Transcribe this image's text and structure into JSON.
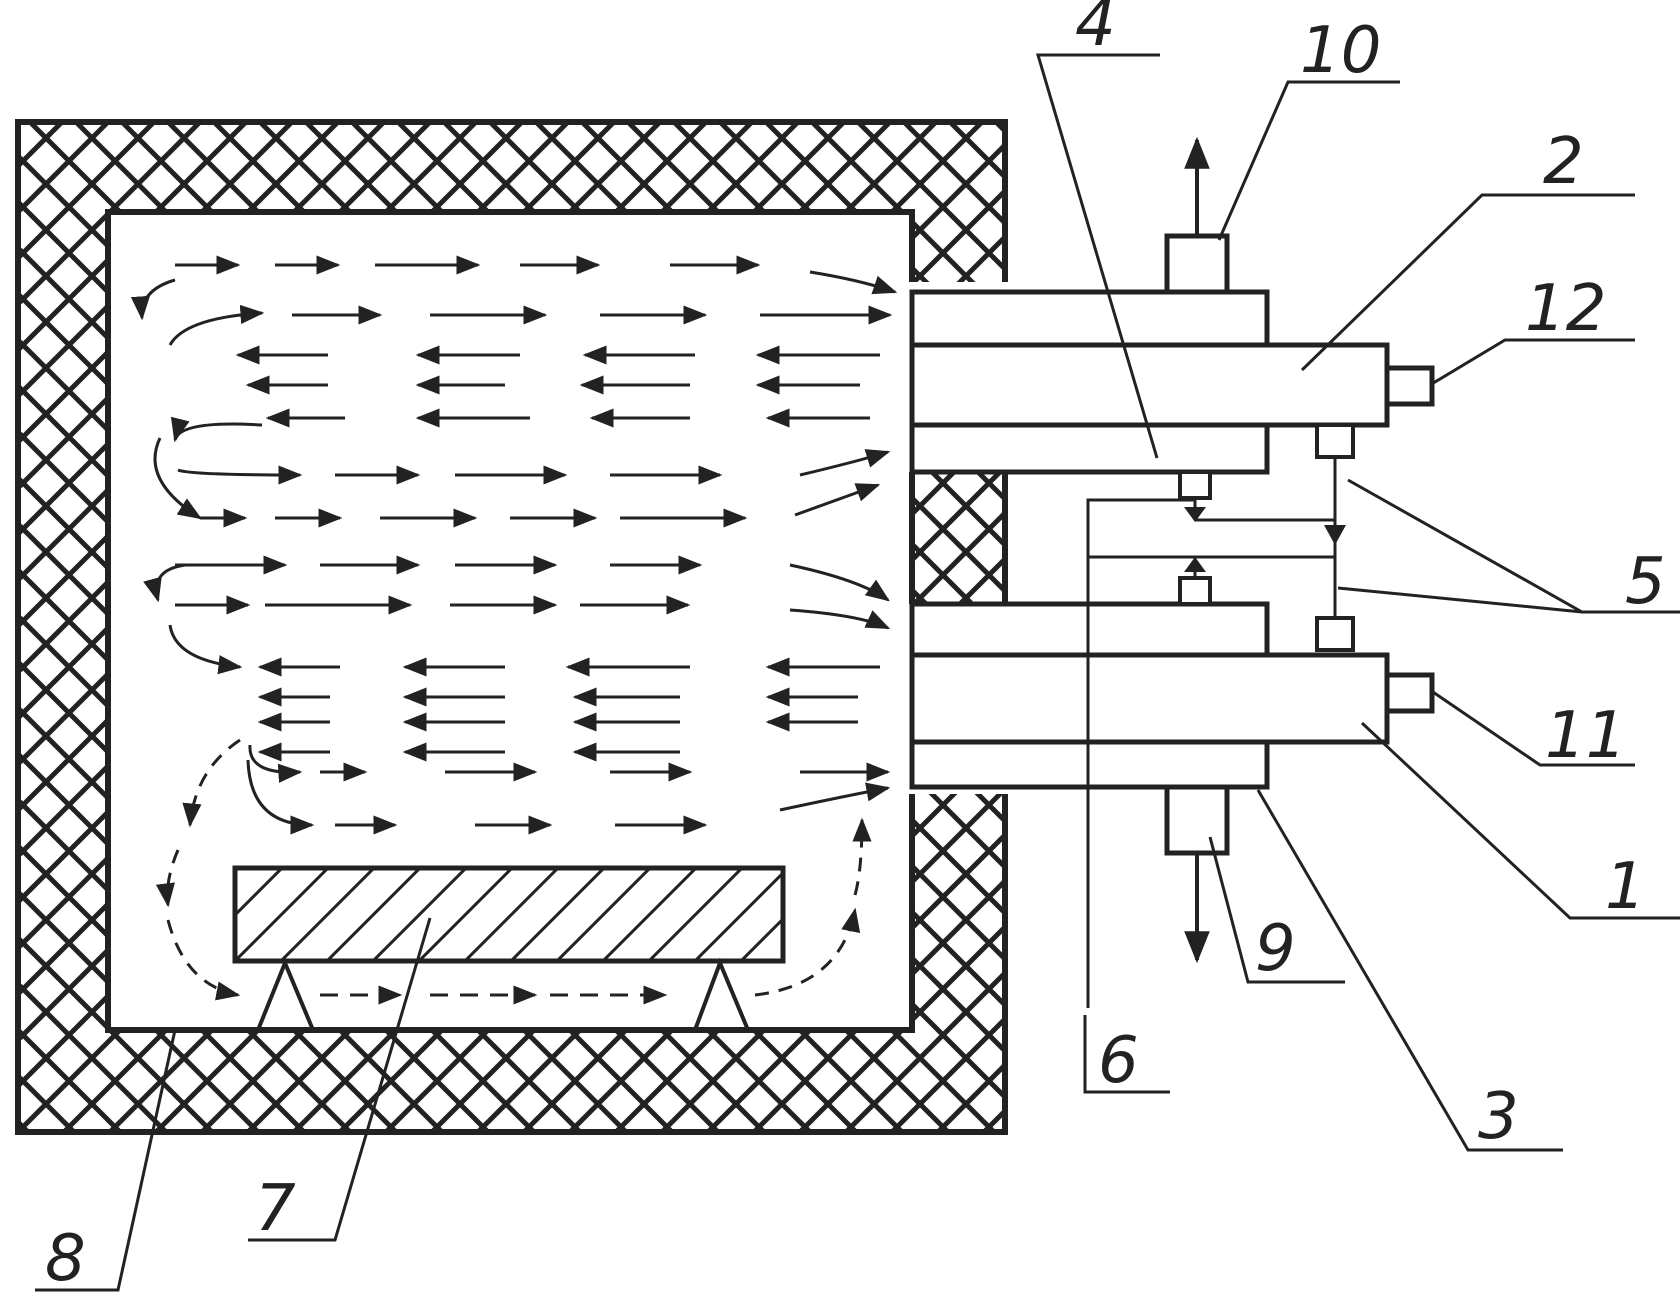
{
  "labels": {
    "l1": "1",
    "l2": "2",
    "l3": "3",
    "l4": "4",
    "l5": "5",
    "l6": "6",
    "l7": "7",
    "l8": "8",
    "l9": "9",
    "l10": "10",
    "l11": "11",
    "l12": "12"
  },
  "colors": {
    "ink": "#222222",
    "paper": "#ffffff"
  }
}
